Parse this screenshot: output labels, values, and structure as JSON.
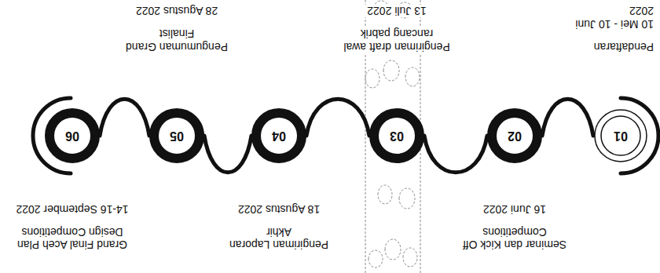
{
  "diagram": {
    "nodes": [
      {
        "text": [
          "01",
          "Pendaftaran",
          "10 Mei - 10 Juni 2022"
        ]
      },
      {
        "text": [
          "02",
          "Seminar dan Kick Off Competitions",
          "16 Juni 2022"
        ]
      },
      {
        "text": [
          "03",
          "Pengiriman draft awal rancang pabrik",
          "13 Juli 2022"
        ]
      },
      {
        "text": [
          "04",
          "Pengiriman Laporan Akhir",
          "18 Agustus 2022"
        ]
      },
      {
        "text": [
          "05",
          "Pengumuman Grand Finalist",
          "28 Agustus 2022"
        ]
      },
      {
        "text": [
          "06",
          "Grand Final Aceh Plan Design Competitions",
          "14-16 September 2022"
        ]
      }
    ],
    "edges": [
      {
        "from": 0,
        "to": 1,
        "arrow": "none"
      },
      {
        "from": 1,
        "to": 2,
        "arrow": "none"
      },
      {
        "from": 2,
        "to": 3,
        "arrow": "none"
      },
      {
        "from": 3,
        "to": 4,
        "arrow": "none"
      },
      {
        "from": 4,
        "to": 5,
        "arrow": "none"
      }
    ]
  }
}
